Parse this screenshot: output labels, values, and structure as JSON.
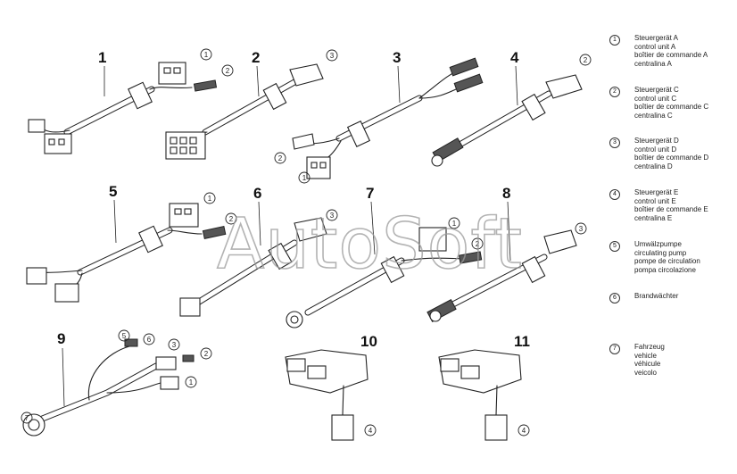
{
  "watermark": "AutoSoft",
  "harness_numbers": [
    "1",
    "2",
    "3",
    "4",
    "5",
    "6",
    "7",
    "8",
    "9",
    "10",
    "11"
  ],
  "legend": [
    {
      "num": "1",
      "lines": [
        "Steuergerät A",
        "control unit A",
        "boîtier de commande A",
        "centralina A"
      ]
    },
    {
      "num": "2",
      "lines": [
        "Steuergerät C",
        "control unit C",
        "boîtier de commande C",
        "centralina C"
      ]
    },
    {
      "num": "3",
      "lines": [
        "Steuergerät D",
        "control unit D",
        "boîtier de commande D",
        "centralina D"
      ]
    },
    {
      "num": "4",
      "lines": [
        "Steuergerät E",
        "control unit E",
        "boîtier de commande E",
        "centralina E"
      ]
    },
    {
      "num": "5",
      "lines": [
        "Umwälzpumpe",
        "circulating pump",
        "pompe de circulation",
        "pompa circolazione"
      ]
    },
    {
      "num": "6",
      "lines": [
        "Brandwächter"
      ]
    },
    {
      "num": "7",
      "lines": [
        "Fahrzeug",
        "vehicle",
        "véhicule",
        "veicolo"
      ]
    }
  ]
}
